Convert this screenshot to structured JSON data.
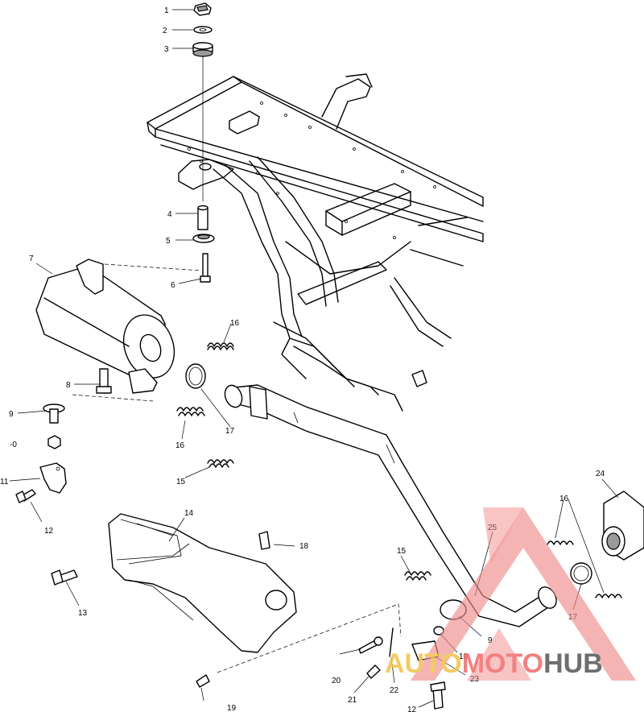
{
  "callouts": {
    "c1": "1",
    "c2": "2",
    "c3": "3",
    "c4": "4",
    "c5": "5",
    "c6": "6",
    "c7": "7",
    "c8": "8",
    "c9a": "9",
    "c10a": "-0",
    "c11": "11",
    "c12a": "12",
    "c13": "13",
    "c14": "14",
    "c15a": "15",
    "c15b": "15",
    "c16a": "16",
    "c16b": "16",
    "c16c": "16",
    "c17a": "17",
    "c17b": "17",
    "c18": "18",
    "c19": "19",
    "c20": "20",
    "c21": "21",
    "c22": "22",
    "c23": "23",
    "c24": "24",
    "c25": "25",
    "c9b": "9",
    "c10b": "10",
    "c12b": "12"
  },
  "watermark": {
    "part1": "AUTO",
    "part2": "MOTO",
    "part3": "HUB",
    "colors": {
      "triangle": "#f08a8a",
      "auto": "#f2c34a",
      "moto": "#f26a6a",
      "hub": "#555555"
    }
  }
}
